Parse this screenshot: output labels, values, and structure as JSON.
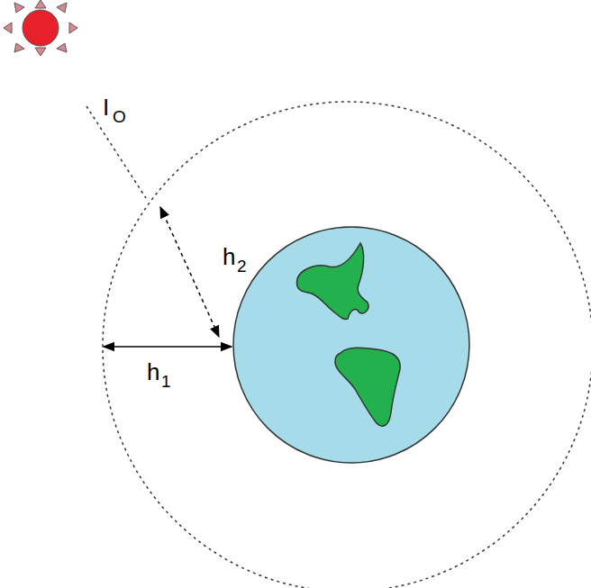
{
  "diagram": {
    "labels": [
      "I",
      "O",
      "h",
      "2",
      "h",
      "1"
    ]
  }
}
